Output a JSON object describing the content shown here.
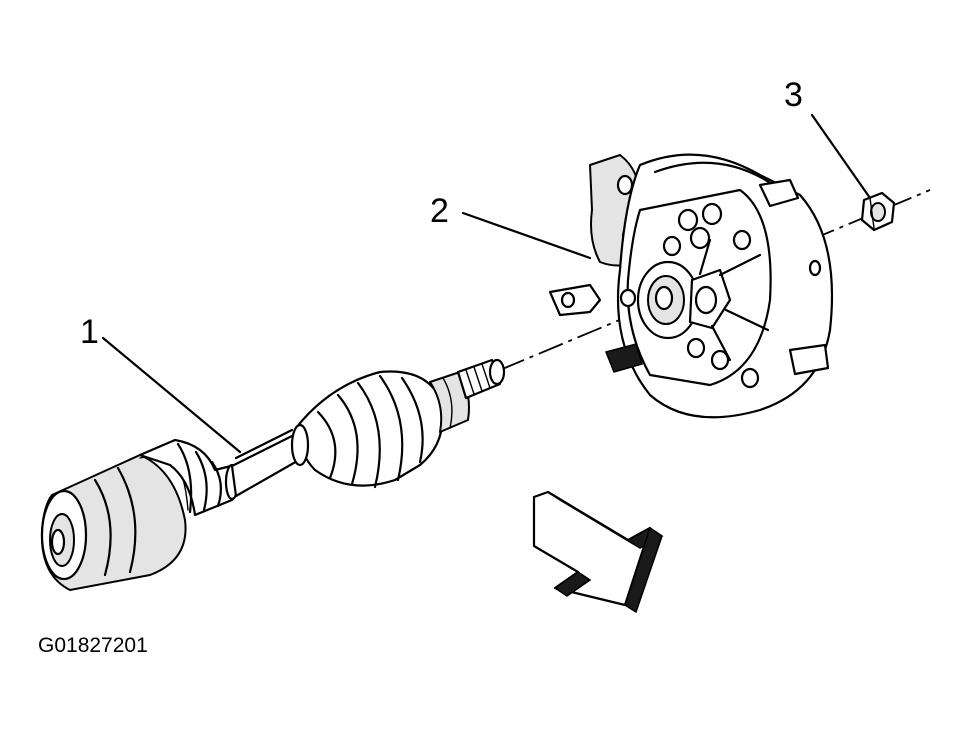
{
  "callouts": [
    {
      "number": "1",
      "part": "drive-axle"
    },
    {
      "number": "2",
      "part": "steering-knuckle-hub"
    },
    {
      "number": "3",
      "part": "axle-nut"
    }
  ],
  "figure_id": "G01827201",
  "colors": {
    "ink": "#000000",
    "paper": "#ffffff",
    "shade": "#e4e4e4"
  },
  "icons": {
    "direction": "front-arrow-icon"
  }
}
